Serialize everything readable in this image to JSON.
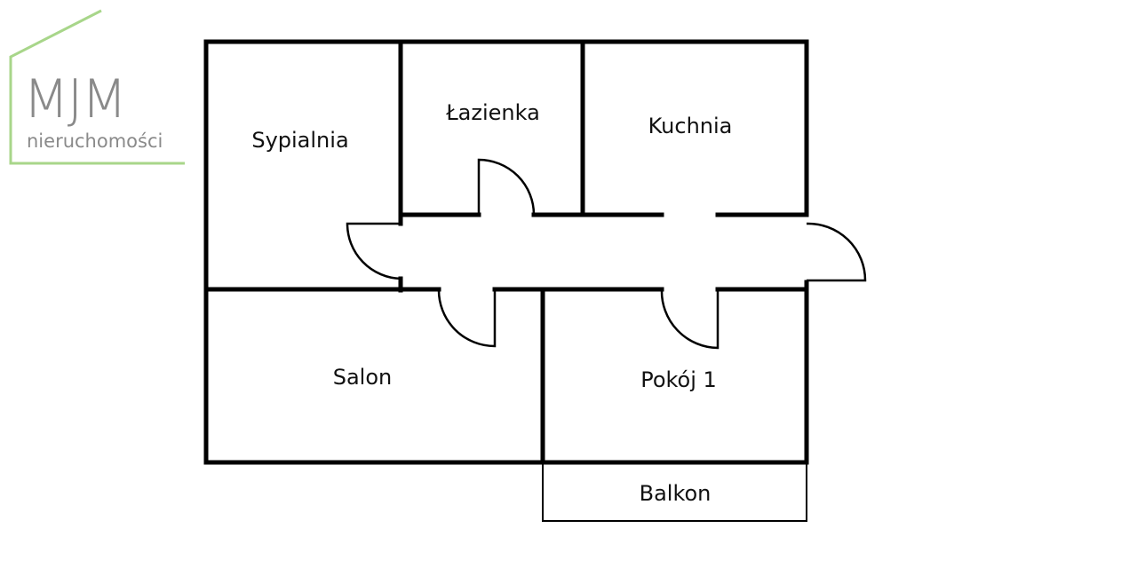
{
  "logo": {
    "brand": "MJM",
    "tagline": "nieruchomości",
    "accent_color": "#a8d68a",
    "text_color": "#8a8a8a"
  },
  "rooms": {
    "sypialnia": "Sypialnia",
    "lazienka": "Łazienka",
    "kuchnia": "Kuchnia",
    "salon": "Salon",
    "pokoj1": "Pokój 1",
    "balkon": "Balkon"
  },
  "colors": {
    "wall": "#000000",
    "background": "#ffffff"
  }
}
